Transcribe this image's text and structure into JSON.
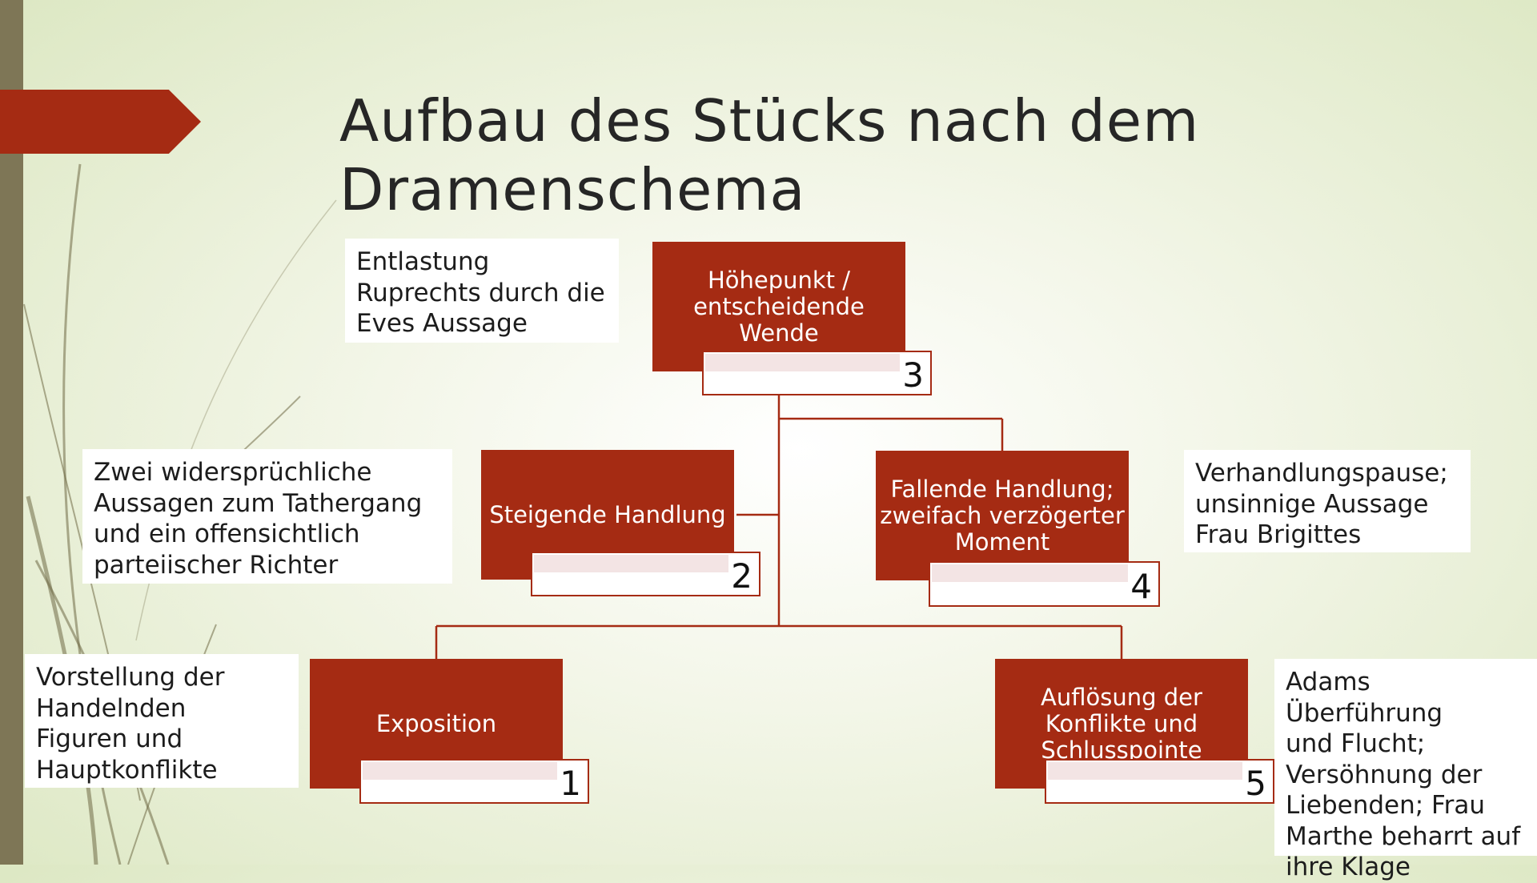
{
  "slide": {
    "title": "Aufbau des Stücks nach dem Dramenschema",
    "colors": {
      "accent": "#a52b13",
      "side_bar": "#7e7656",
      "background": "#f3f6e8"
    }
  },
  "nodes": [
    {
      "id": "hoehepunkt",
      "label": "Höhepunkt /\nentscheidende\nWende",
      "number": "3"
    },
    {
      "id": "steigende",
      "label": "Steigende Handlung",
      "number": "2"
    },
    {
      "id": "fallende",
      "label": "Fallende Handlung;\nzweifach verzögerter\nMoment",
      "number": "4"
    },
    {
      "id": "exposition",
      "label": "Exposition",
      "number": "1"
    },
    {
      "id": "aufloesung",
      "label": "Auflösung der\nKonflikte und\nSchlusspointe",
      "number": "5"
    }
  ],
  "notes": {
    "hoehepunkt": "Entlastung\nRuprechts durch die\nEves Aussage",
    "steigende": "Zwei widersprüchliche\nAussagen zum Tathergang\nund ein offensichtlich\nparteiischer Richter",
    "fallende": "Verhandlungspause;\nunsinnige Aussage\nFrau Brigittes",
    "exposition": "Vorstellung der\nHandelnden\nFiguren und\nHauptkonflikte",
    "aufloesung": "Adams Überführung\nund Flucht;\nVersöhnung der\nLiebenden; Frau\nMarthe beharrt auf\nihre Klage"
  }
}
